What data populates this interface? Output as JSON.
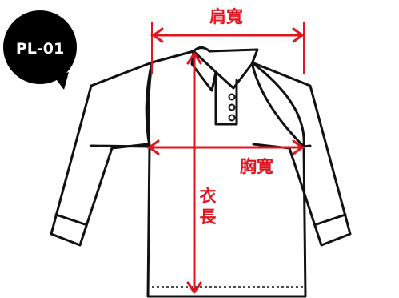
{
  "badge": {
    "code": "PL-01"
  },
  "measurements": {
    "shoulder_width": "肩寬",
    "chest_width": "胸寬",
    "body_length_top": "衣",
    "body_length_bottom": "長"
  },
  "colors": {
    "outline": "#111111",
    "measure": "#e0161f",
    "badge_bg": "#000000",
    "badge_text": "#ffffff",
    "background": "#ffffff"
  }
}
